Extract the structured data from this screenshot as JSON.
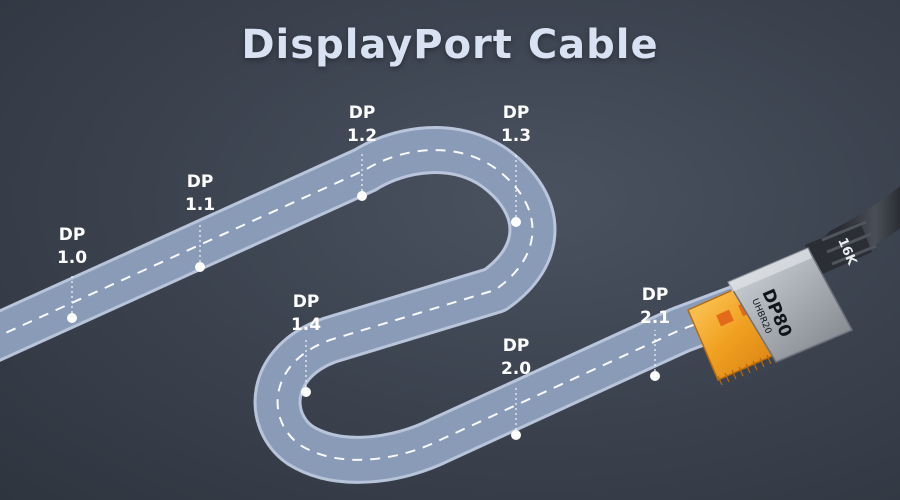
{
  "title": "DisplayPort Cable",
  "milestones": [
    {
      "line1": "DP",
      "line2": "1.0"
    },
    {
      "line1": "DP",
      "line2": "1.1"
    },
    {
      "line1": "DP",
      "line2": "1.2"
    },
    {
      "line1": "DP",
      "line2": "1.3"
    },
    {
      "line1": "DP",
      "line2": "1.4"
    },
    {
      "line1": "DP",
      "line2": "2.0"
    },
    {
      "line1": "DP",
      "line2": "2.1"
    }
  ],
  "connector": {
    "brand_mark": "DP80",
    "spec_text": "UHBR20",
    "resolution_badge": "16K"
  },
  "colors": {
    "background": "#3a414d",
    "road_fill": "#8a9bb8",
    "road_edge": "#c6d3ea",
    "lane_marks": "#ffffff",
    "plug_gold": "#f0a020",
    "plug_housing": "#a8adb3",
    "title": "#d8e2f2"
  }
}
